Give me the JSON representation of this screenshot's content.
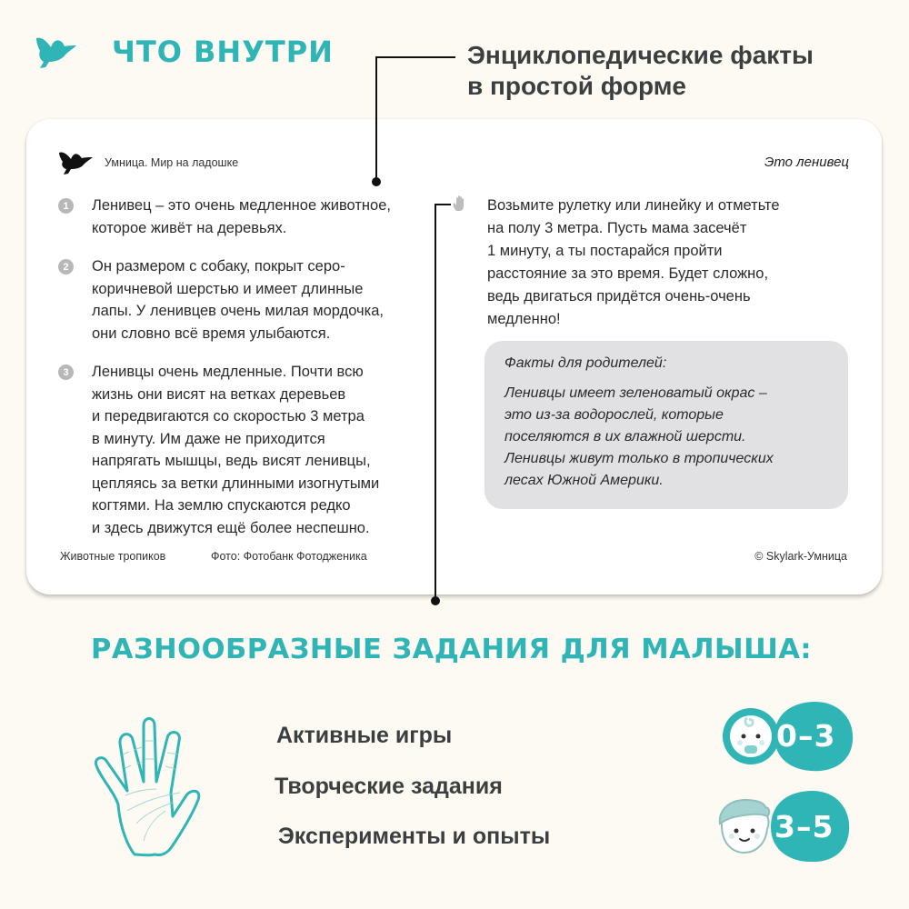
{
  "header": {
    "title": "ЧТО ВНУТРИ",
    "bird_icon": "bird-icon",
    "callout": "Энциклопедические факты\nв простой форме",
    "accent_color": "#2fb5b5"
  },
  "card": {
    "series": "Умница. Мир на ладошке",
    "title": "Это ленивец",
    "facts": [
      {
        "num": "1",
        "text": "Ленивец – это очень медленное животное,\nкоторое живёт на деревьях."
      },
      {
        "num": "2",
        "text": "Он размером с собаку, покрыт серо-\nкоричневой шерстью и имеет длинные\nлапы. У ленивцев очень милая мордочка,\nони словно всё время улыбаются."
      },
      {
        "num": "3",
        "text": "Ленивцы очень медленные. Почти всю\nжизнь они висят на ветках деревьев\nи передвигаются со скоростью 3 метра\nв минуту. Им даже не приходится\nнапрягать мышцы, ведь висят ленивцы,\nцепляясь за ветки длинными изогнутыми\nкогтями. На землю спускаются редко\nи здесь движутся ещё более неспешно."
      }
    ],
    "activity": "Возьмите рулетку или линейку и отметьте\nна полу 3 метра. Пусть мама засечёт\n1 минуту, а ты постарайся пройти\nрасстояние за это время. Будет сложно,\nведь двигаться придётся очень-очень\nмедленно!",
    "parents": {
      "title": "Факты для родителей:",
      "text": "Ленивцы имеет зеленоватый окрас –\nэто из-за водорослей, которые\nпоселяются в их влажной шерсти.\nЛенивцы живут только в тропических\nлесах Южной Америки."
    },
    "footer": {
      "category": "Животные тропиков",
      "photo": "Фото: Фотобанк Фотодженика",
      "copyright": "© Skylark-Умница"
    }
  },
  "tasks": {
    "title": "РАЗНООБРАЗНЫЕ ЗАДАНИЯ ДЛЯ МАЛЫША:",
    "items": [
      "Активные игры",
      "Творческие задания",
      "Эксперименты и опыты"
    ],
    "ages": [
      "0–3",
      "3–5"
    ]
  }
}
